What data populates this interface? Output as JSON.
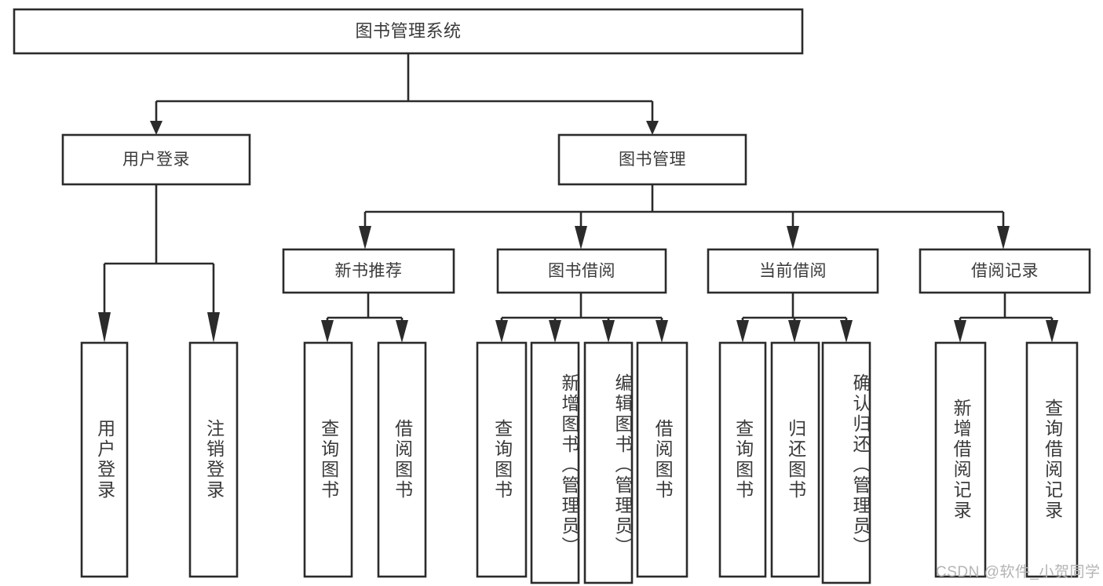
{
  "diagram": {
    "type": "tree-hierarchy",
    "title": "图书管理系统",
    "watermark": "CSDN @软件_小贺同学",
    "colors": {
      "background": "#ffffff",
      "stroke": "#2b2b2b",
      "text": "#3a3a3a",
      "watermark": "#b4b4b4"
    },
    "levels": {
      "root": "图书管理系统",
      "level2": [
        "用户登录",
        "图书管理"
      ],
      "level3": [
        "新书推荐",
        "图书借阅",
        "当前借阅",
        "借阅记录"
      ]
    },
    "nodes": {
      "root": {
        "label": "图书管理系统"
      },
      "user_login": {
        "label": "用户登录"
      },
      "book_manage": {
        "label": "图书管理"
      },
      "new_book_rec": {
        "label": "新书推荐"
      },
      "book_borrow": {
        "label": "图书借阅"
      },
      "current_borrow": {
        "label": "当前借阅"
      },
      "borrow_record": {
        "label": "借阅记录"
      }
    },
    "leaves": {
      "user_login": [
        {
          "label": "用户登录"
        },
        {
          "label": "注销登录"
        }
      ],
      "new_book_rec": [
        {
          "label": "查询图书"
        },
        {
          "label": "借阅图书"
        }
      ],
      "book_borrow": [
        {
          "label": "查询图书"
        },
        {
          "label": "新增图书（管理员）"
        },
        {
          "label": "编辑图书（管理员）"
        },
        {
          "label": "借阅图书"
        }
      ],
      "current_borrow": [
        {
          "label": "查询图书"
        },
        {
          "label": "归还图书"
        },
        {
          "label": "确认归还（管理员）"
        }
      ],
      "borrow_record": [
        {
          "label": "新增借阅记录"
        },
        {
          "label": "查询借阅记录"
        }
      ]
    }
  }
}
